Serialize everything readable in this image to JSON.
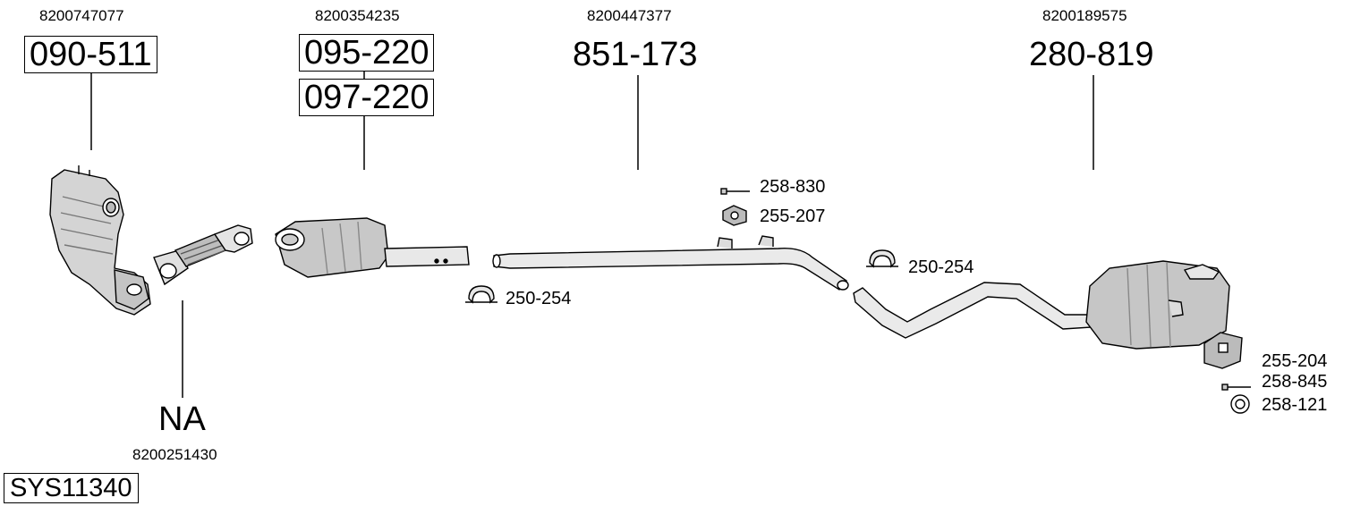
{
  "system_code": "SYS11340",
  "groups": [
    {
      "oe_ref": "8200747077",
      "parts": [
        "090-511"
      ]
    },
    {
      "oe_ref": "8200354235",
      "parts": [
        "095-220",
        "097-220"
      ]
    },
    {
      "oe_ref": "8200447377",
      "parts": [
        "851-173"
      ]
    },
    {
      "oe_ref": "8200189575",
      "parts": [
        "280-819"
      ]
    }
  ],
  "flex_pipe": {
    "code": "NA",
    "oe_ref": "8200251430"
  },
  "accessories": {
    "bolt_1": "258-830",
    "hanger_1": "255-207",
    "clamp_1": "250-254",
    "clamp_2": "250-254",
    "hanger_2": "255-204",
    "bolt_2": "258-845",
    "ring": "258-121"
  }
}
